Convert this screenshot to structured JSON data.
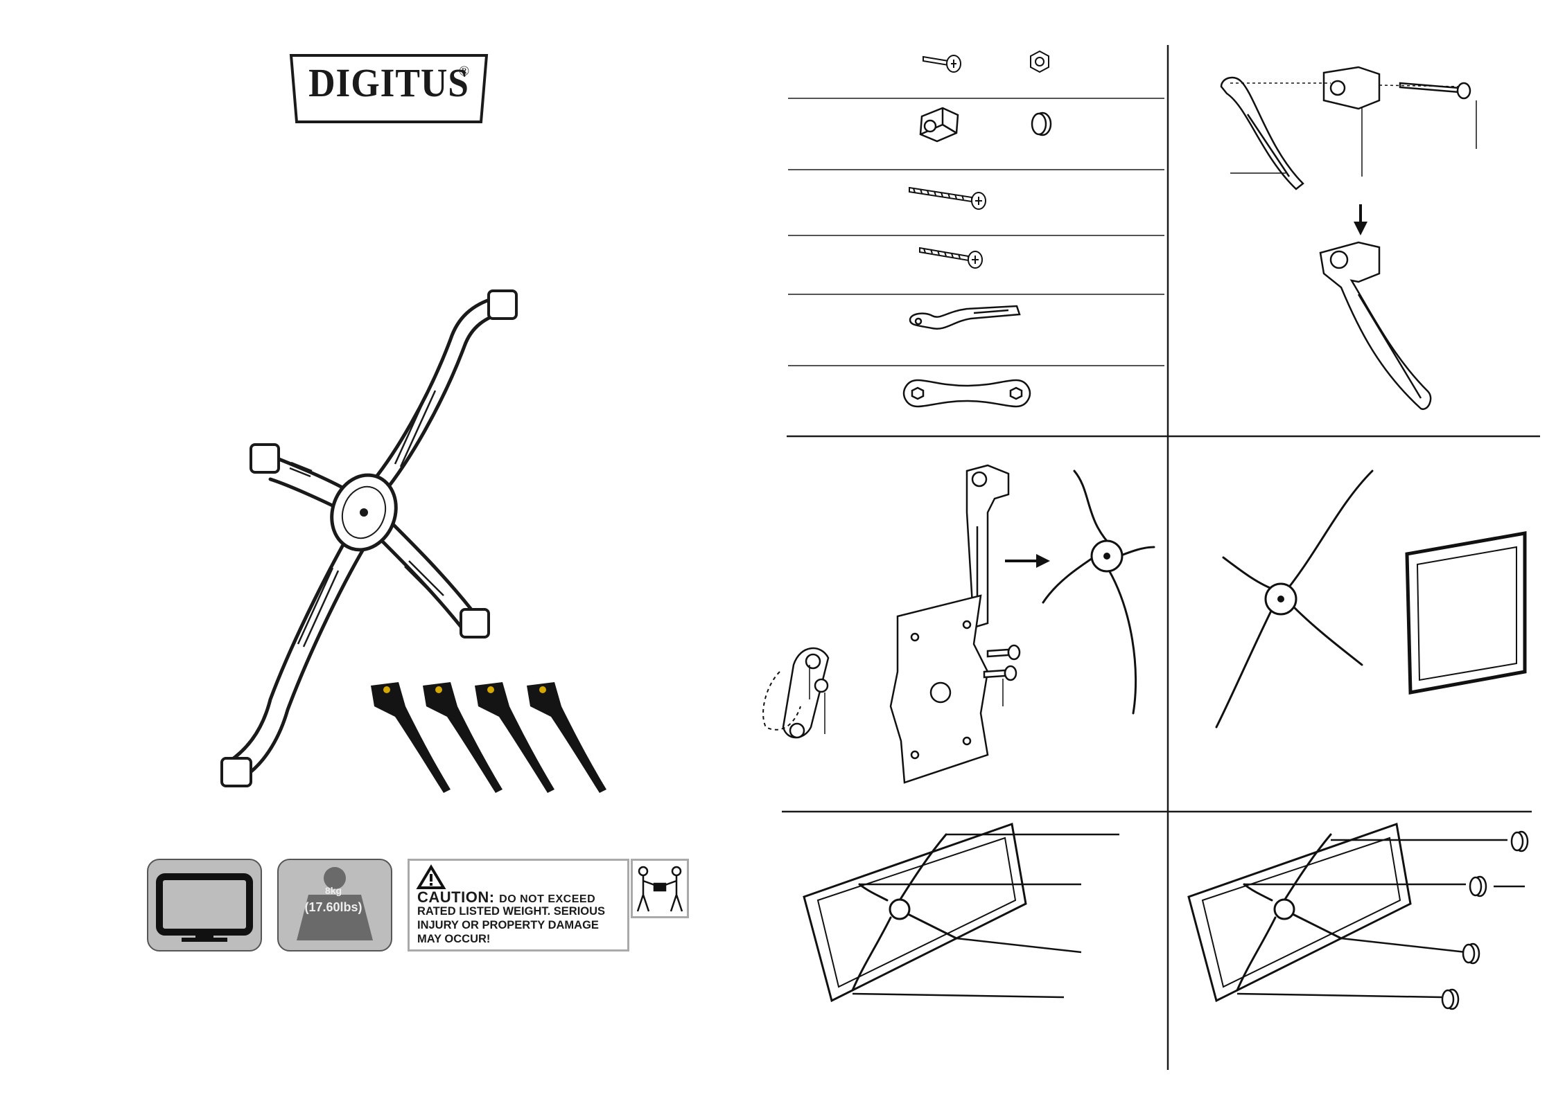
{
  "logo": {
    "brand": "DIGITUS",
    "registered": "®"
  },
  "warning_tiles": {
    "monitor_icon": "monitor-icon",
    "weight_icon": "weight-icon",
    "weight_value": "8kg",
    "weight_alt": "(17.60lbs)"
  },
  "caution": {
    "title": "CAUTION:",
    "title_suffix": "DO NOT EXCEED",
    "body": "RATED LISTED WEIGHT. SERIOUS INJURY OR PROPERTY DAMAGE MAY OCCUR!",
    "icon": "two-person-lift-icon"
  },
  "parts_list": {
    "items": [
      "screw-washer-icon",
      "hex-nut-icon",
      "adapter-block-icon",
      "spacer-ring-icon",
      "long-screw-icon",
      "short-screw-icon",
      "bracket-arm-icon",
      "hex-wrench-icon"
    ]
  },
  "colors": {
    "ink": "#1a1a1a",
    "tile_grey": "#bdbdbd",
    "caution_border": "#a9a9a9"
  }
}
